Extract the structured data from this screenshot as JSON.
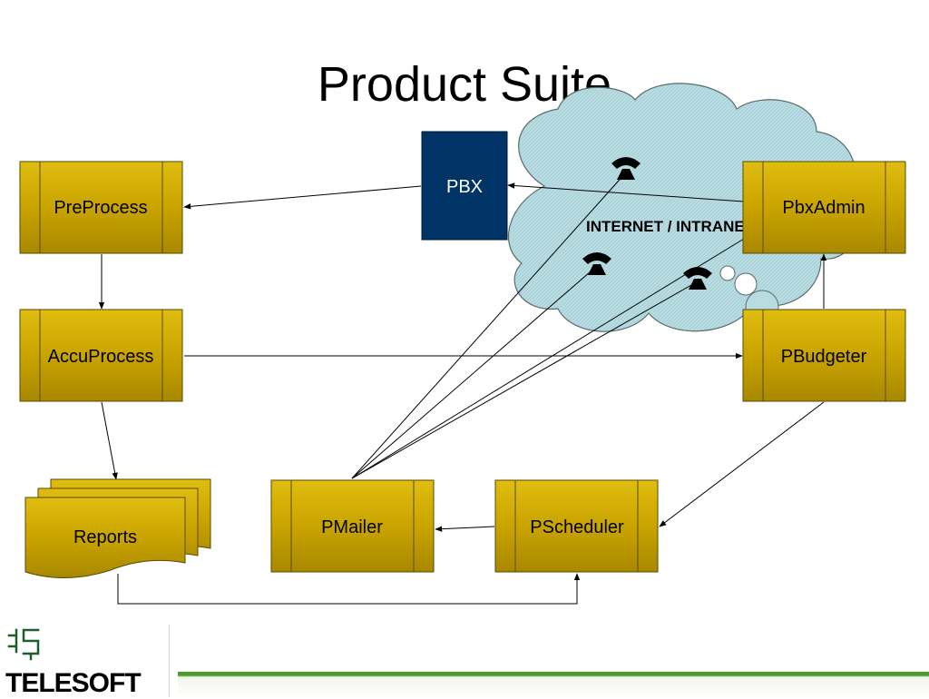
{
  "slide": {
    "title": "Product Suite"
  },
  "nodes": {
    "pbx": "PBX",
    "preprocess": "PreProcess",
    "accuprocess": "AccuProcess",
    "reports": "Reports",
    "pmailer": "PMailer",
    "pscheduler": "PScheduler",
    "pbudgeter": "PBudgeter",
    "pbxadmin": "PbxAdmin"
  },
  "cloud": {
    "label": "INTERNET / INTRANET"
  },
  "logo": {
    "name": "TELESOFT"
  },
  "colors": {
    "process_fill": "#c9a400",
    "process_edge": "#5a4a00",
    "pbx_fill": "#003366",
    "cloud_fill": "#b7dde3",
    "footer_bar": "#4a9a2e"
  }
}
